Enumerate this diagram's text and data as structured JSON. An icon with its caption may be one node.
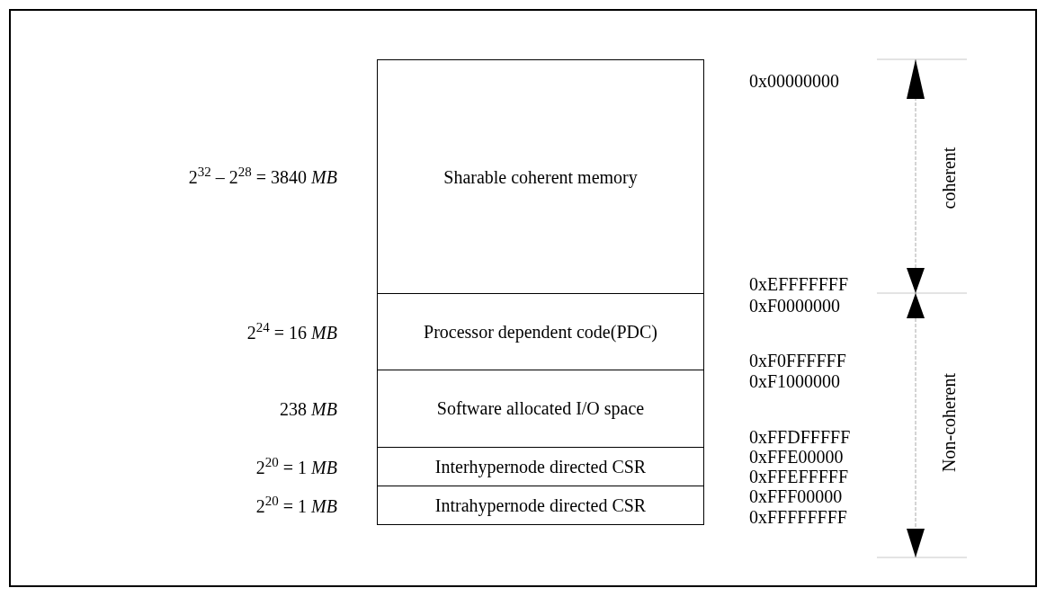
{
  "diagram": {
    "nodes": [
      {
        "text": [
          "Sharable coherent memory"
        ],
        "beside": [
          "2$^{32}$ – 2$^{28}$ = 3840 *MB*"
        ]
      },
      {
        "text": [
          "Processor dependent code(PDC)"
        ],
        "beside": [
          "2$^{24}$ = 16 *MB*"
        ]
      },
      {
        "text": [
          "Software allocated I/O space"
        ],
        "beside": [
          "238 *MB*"
        ]
      },
      {
        "text": [
          "Interhypernode directed CSR"
        ],
        "beside": [
          "2$^{20}$ = 1 *MB*"
        ]
      },
      {
        "text": [
          "Intrahypernode directed CSR"
        ],
        "beside": [
          "2$^{20}$ = 1 *MB*"
        ]
      }
    ],
    "labels": [
      "0x00000000",
      "coherent",
      "0xEFFFFFFF",
      "0xF0000000",
      "0xF0FFFFFF",
      "0xF1000000",
      "Non-coherent",
      "0xFFDFFFFF",
      "0xFFE00000",
      "0xFFEFFFFF",
      "0xFFF00000",
      "0xFFFFFFFF"
    ]
  }
}
